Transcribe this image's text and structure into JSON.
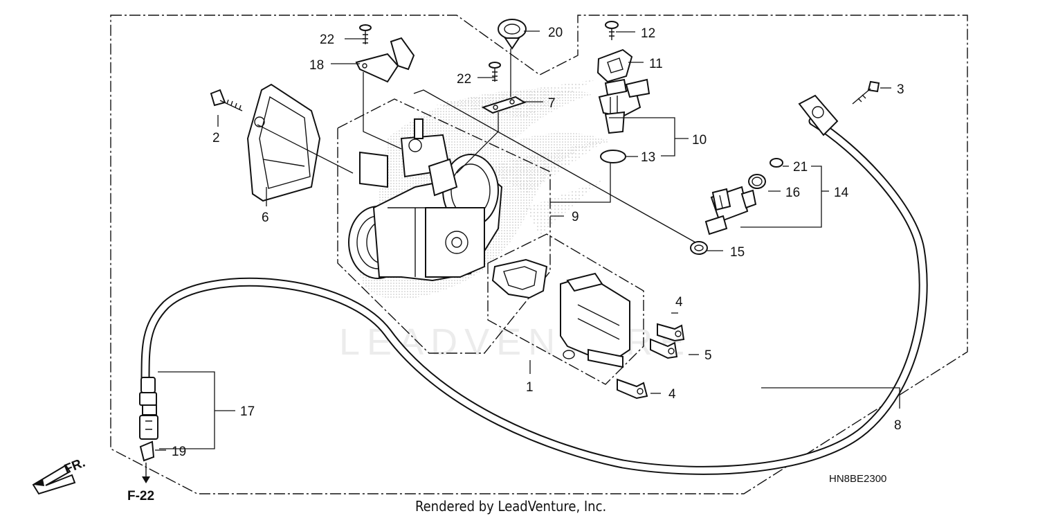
{
  "callouts": {
    "c1": "1",
    "c2": "2",
    "c3": "3",
    "c4a": "4",
    "c4b": "4",
    "c5": "5",
    "c6": "6",
    "c7": "7",
    "c8": "8",
    "c9": "9",
    "c10": "10",
    "c11": "11",
    "c12": "12",
    "c13": "13",
    "c14": "14",
    "c15": "15",
    "c16": "16",
    "c17": "17",
    "c18": "18",
    "c19": "19",
    "c20": "20",
    "c21": "21",
    "c22a": "22",
    "c22b": "22"
  },
  "ref": "F-22",
  "front_label": "FR.",
  "diagram_code": "HN8BE2300",
  "watermark": "LEADVENTURE",
  "footer": "Rendered by LeadVenture, Inc."
}
